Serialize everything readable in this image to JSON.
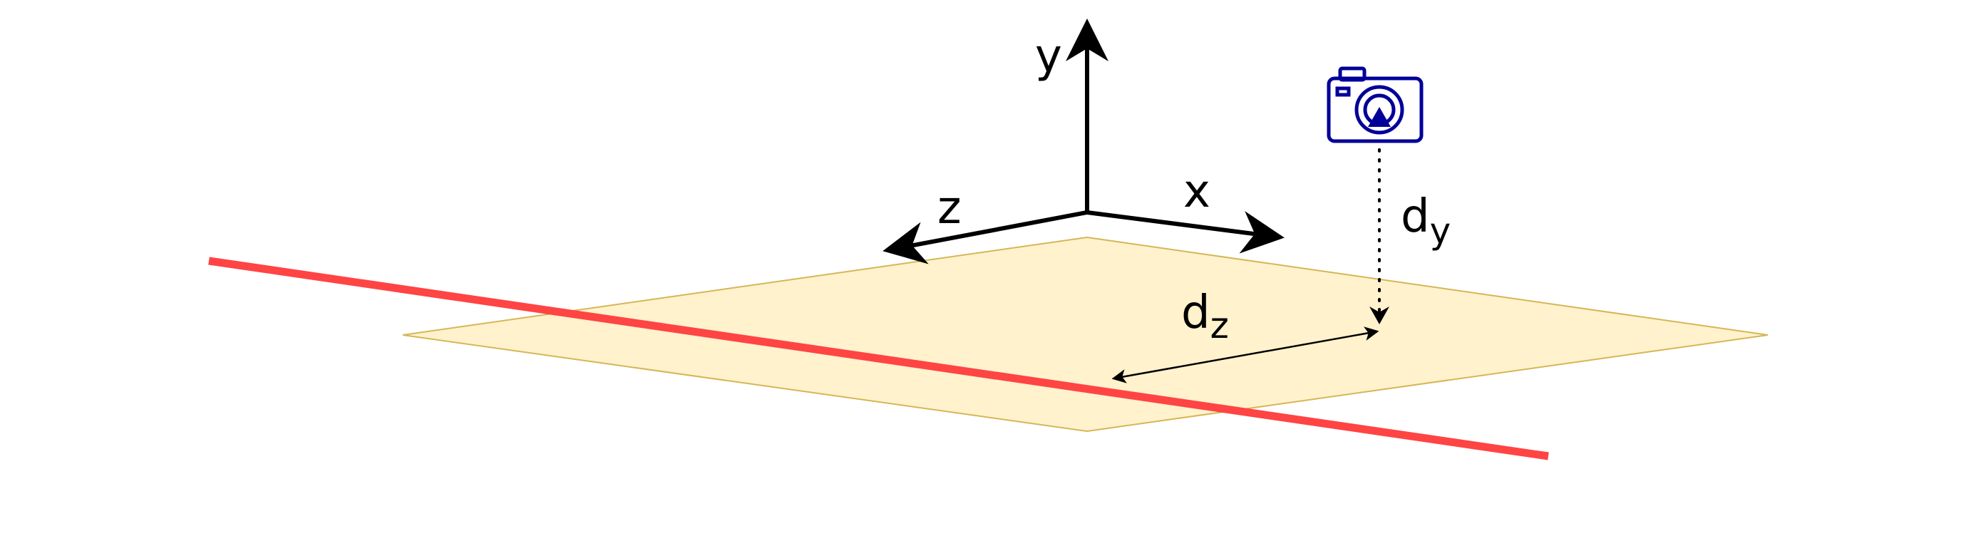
{
  "diagram": {
    "axes": {
      "x_label": "x",
      "y_label": "y",
      "z_label": "z"
    },
    "distances": {
      "dy_main": "d",
      "dy_sub": "y",
      "dz_main": "d",
      "dz_sub": "z"
    },
    "icons": {
      "camera": "camera-icon"
    },
    "colors": {
      "plane_fill": "#fff2cc",
      "plane_stroke": "#d6b656",
      "line": "#ff4444",
      "camera": "#000099",
      "axes": "#000000"
    }
  }
}
